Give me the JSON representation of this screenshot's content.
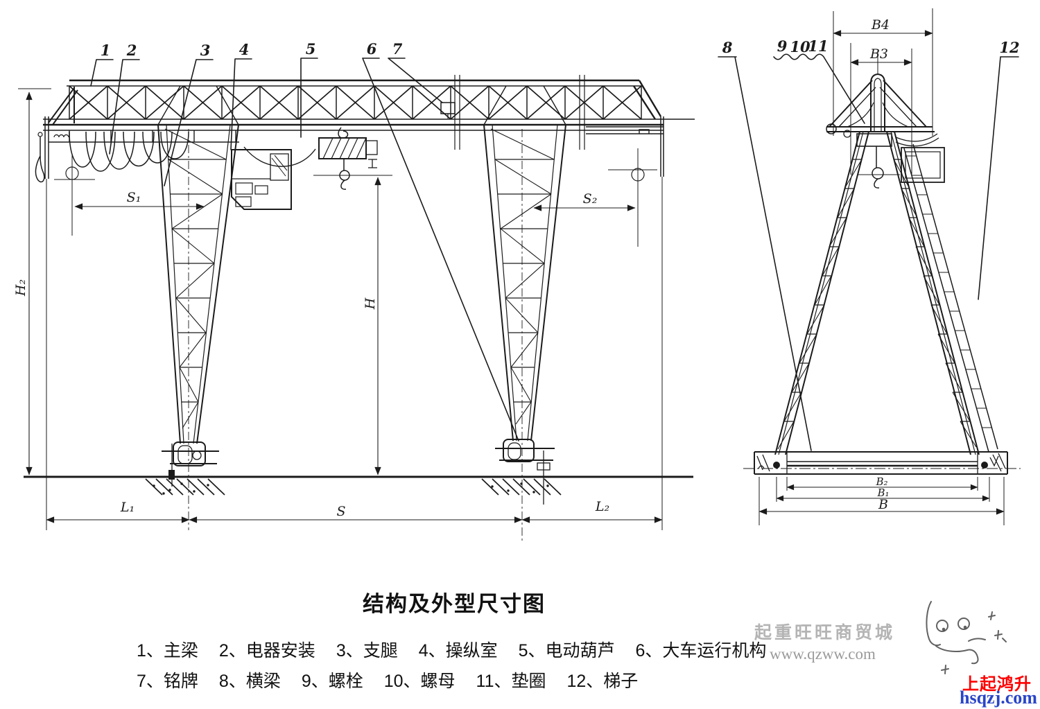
{
  "page": {
    "background": "#ffffff",
    "ink_color": "#1b1b1b"
  },
  "title": {
    "text": "结构及外型尺寸图"
  },
  "front_view": {
    "callouts": {
      "n1": "1",
      "n2": "2",
      "n3": "3",
      "n4": "4",
      "n5": "5",
      "n6": "6",
      "n7": "7"
    },
    "dimensions": {
      "h2": "H₂",
      "h": "H",
      "s1": "S₁",
      "s2": "S₂",
      "l1": "L₁",
      "s": "S",
      "l2": "L₂"
    }
  },
  "side_view": {
    "callouts": {
      "n8": "8",
      "n9": "9",
      "n10": "10",
      "n11": "11",
      "n12": "12"
    },
    "dimensions": {
      "b4": "B4",
      "b3": "B3",
      "b2": "B₂",
      "b1": "B₁",
      "b": "B"
    }
  },
  "legend": {
    "row1": [
      "1、主梁",
      "2、电器安装",
      "3、支腿",
      "4、操纵室",
      "5、电动葫芦",
      "6、大车运行机构"
    ],
    "row2": [
      "7、铭牌",
      "8、横梁",
      "9、螺栓",
      "10、螺母",
      "11、垫圈",
      "12、梯子"
    ]
  },
  "watermarks": {
    "shop_name": "起重旺旺商贸城",
    "shop_url": "www.qzww.com",
    "brand_name": "上起鸿升",
    "brand_url": "hsqzj.com",
    "shop_color": "#b4b4b4",
    "shop_url_color": "#9a9a9a",
    "brand_name_color": "#fe0000",
    "brand_url_color": "#2945c8"
  }
}
